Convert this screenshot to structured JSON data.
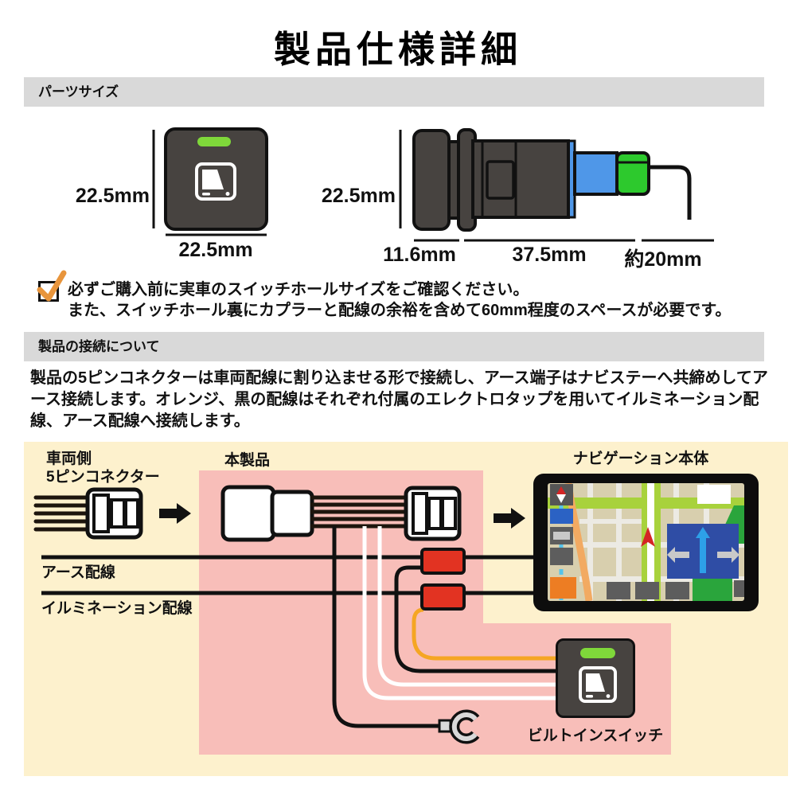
{
  "title": "製品仕様詳細",
  "sections": {
    "parts_size": {
      "header": "パーツサイズ"
    },
    "connection": {
      "header": "製品の接続について",
      "description": "製品の5ピンコネクターは車両配線に割り込ませる形で接続し、アース端子はナビステーへ共締めしてアース接続します。オレンジ、黒の配線はそれぞれ付属のエレクトロタップを用いてイルミネーション配線、アース配線へ接続します。"
    }
  },
  "dimensions": {
    "front": {
      "height": "22.5mm",
      "width": "22.5mm"
    },
    "side": {
      "height": "22.5mm",
      "head": "11.6mm",
      "body": "37.5mm",
      "wire": "約20mm"
    }
  },
  "note": {
    "line1": "必ずご購入前に実車のスイッチホールサイズをご確認ください。",
    "line2": "また、スイッチホール裏にカプラーと配線の余裕を含めて60mm程度のスペースが必要です。"
  },
  "diagram": {
    "labels": {
      "vehicle_side_1": "車両側",
      "vehicle_side_2": "5ピンコネクター",
      "product": "本製品",
      "navigation": "ナビゲーション本体",
      "ground_wire": "アース配線",
      "illumination_wire": "イルミネーション配線",
      "switch": "ビルトインスイッチ"
    },
    "colors": {
      "cream_bg": "#fdf1cd",
      "pink_highlight": "#f8beb9",
      "electro_tap_red": "#e23322",
      "orange_wire": "#f5a623",
      "switch_gray": "#474340",
      "led_green": "#7fd83a",
      "connector_blue": "#4f97e8",
      "connector_green": "#2dc92d",
      "check_orange": "#e8953c"
    }
  }
}
